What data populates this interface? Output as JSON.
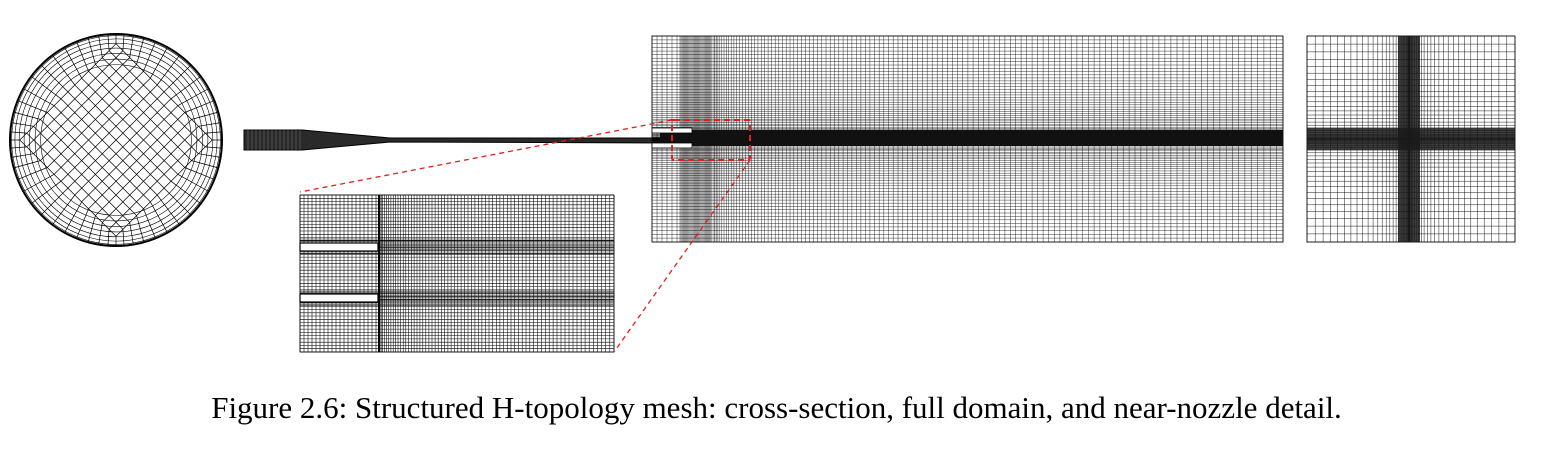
{
  "figure": {
    "caption": "Figure 2.6: Structured H-topology mesh: cross-section, full domain, and near-nozzle detail.",
    "panels": [
      {
        "id": "cross-section",
        "depicts": "o-grid-circle-mesh"
      },
      {
        "id": "nozzle-geometry",
        "depicts": "tapered-nozzle-profile"
      },
      {
        "id": "zoom-inset",
        "depicts": "near-nozzle-mesh-detail"
      },
      {
        "id": "full-domain",
        "depicts": "h-topology-domain-mesh"
      },
      {
        "id": "side-view",
        "depicts": "cross-plane-mesh"
      }
    ],
    "colors": {
      "mesh": "#000000",
      "highlight": "#e0201b",
      "background": "#ffffff"
    }
  }
}
